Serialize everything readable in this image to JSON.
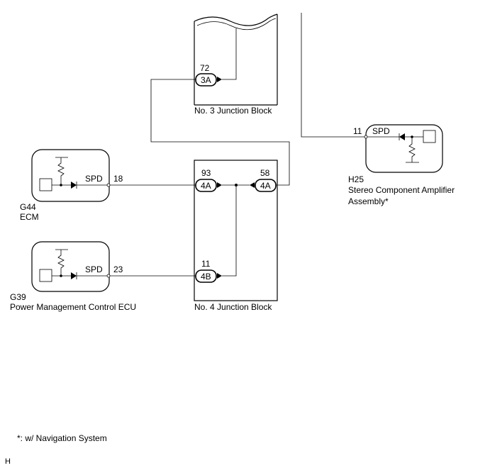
{
  "junction_block_3": {
    "label": "No. 3 Junction Block",
    "connector": {
      "pin": "72",
      "code": "3A"
    }
  },
  "junction_block_4": {
    "label": "No. 4 Junction Block",
    "connector_left_top": {
      "pin": "93",
      "code": "4A"
    },
    "connector_right_top": {
      "pin": "58",
      "code": "4A"
    },
    "connector_left_bottom": {
      "pin": "11",
      "code": "4B"
    }
  },
  "ecm": {
    "code": "G44",
    "name": "ECM",
    "terminal": "SPD",
    "pin": "18"
  },
  "power_mgmt": {
    "code": "G39",
    "name": "Power Management Control ECU",
    "terminal": "SPD",
    "pin": "23"
  },
  "amplifier": {
    "code": "H25",
    "name_line1": "Stereo Component Amplifier",
    "name_line2": "Assembly*",
    "terminal": "SPD",
    "pin": "11"
  },
  "footnote": "*: w/ Navigation System",
  "corner_mark": "H"
}
